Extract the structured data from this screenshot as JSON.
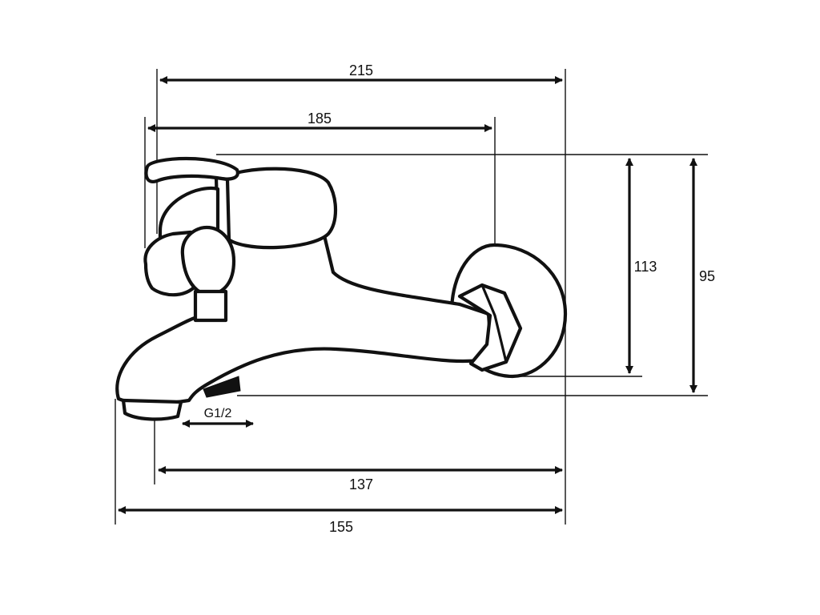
{
  "diagram": {
    "dimensions": {
      "overall_length": "215",
      "handle_to_wall": "185",
      "body_height": "113",
      "total_height": "95",
      "inlet_thread": "G1/2",
      "spout_length": "137",
      "overall_depth": "155"
    },
    "colors": {
      "line": "#111111",
      "background": "#ffffff"
    }
  }
}
